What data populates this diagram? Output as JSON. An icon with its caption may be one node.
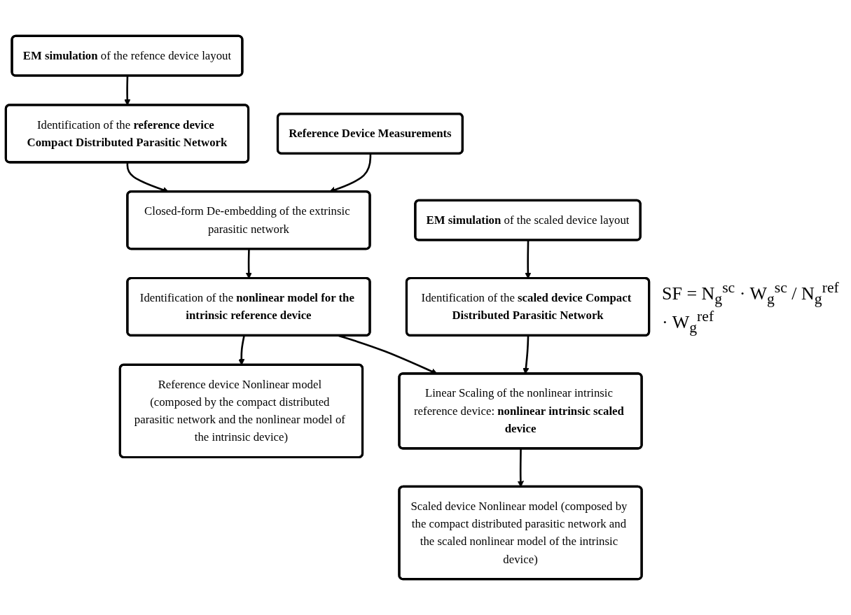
{
  "diagram": {
    "nodes": [
      {
        "text": [
          "**EM simulation** of the refence device layout"
        ]
      },
      {
        "text": [
          "Identification of the **reference device Compact Distributed Parasitic Network**"
        ]
      },
      {
        "text": [
          "Reference Device Measurements"
        ]
      },
      {
        "text": [
          "Closed-form De-embedding of the extrinsic parasitic network"
        ]
      },
      {
        "text": [
          "Identification of the **nonlinear model for the intrinsic reference device**"
        ]
      },
      {
        "text": [
          "Reference device Nonlinear model (composed by the compact distributed parasitic network and the nonlinear model of the intrinsic device)"
        ]
      },
      {
        "text": [
          "**EM simulation** of the scaled device layout"
        ]
      },
      {
        "text": [
          "Identification of the **scaled device Compact Distributed Parasitic Network**"
        ]
      },
      {
        "text": [
          "Linear Scaling of the nonlinear intrinsic reference device: **nonlinear intrinsic scaled device**"
        ]
      },
      {
        "text": [
          "Scaled device Nonlinear model (composed by the compact distributed parasitic network and the scaled nonlinear model of the intrinsic device)"
        ]
      }
    ],
    "edges": [
      {
        "from": 0,
        "to": 1,
        "arrow": "to"
      },
      {
        "from": 1,
        "to": 3,
        "arrow": "to"
      },
      {
        "from": 2,
        "to": 3,
        "arrow": "to"
      },
      {
        "from": 3,
        "to": 4,
        "arrow": "to"
      },
      {
        "from": 4,
        "to": 5,
        "arrow": "to"
      },
      {
        "from": 4,
        "to": 8,
        "arrow": "to"
      },
      {
        "from": 6,
        "to": 7,
        "arrow": "to"
      },
      {
        "from": 7,
        "to": 8,
        "arrow": "to"
      },
      {
        "from": 8,
        "to": 9,
        "arrow": "to"
      }
    ],
    "labels": [
      "SF = N$_{g}$$^{sc}$ · W$_{g}$$^{sc}$ / N$_{g}$$^{ref}$ · W$_{g}$$^{ref}$"
    ]
  }
}
